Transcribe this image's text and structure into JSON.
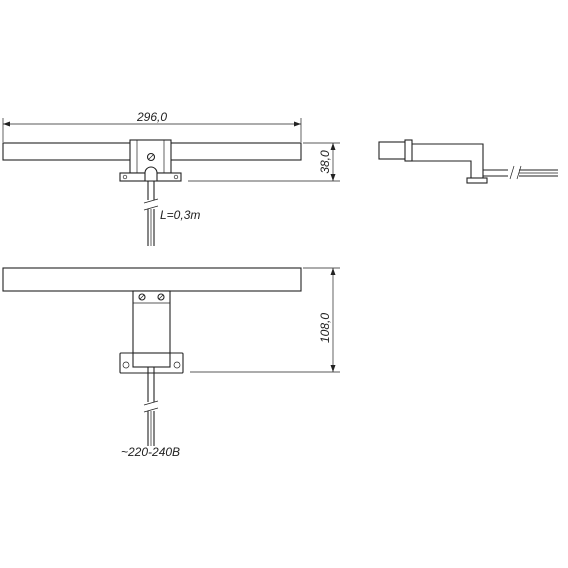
{
  "labels": {
    "width_dim": "296,0",
    "height_top_dim": "38,0",
    "height_bottom_dim": "108,0",
    "cable_length": "L=0,3m",
    "voltage": "~220-240B"
  }
}
